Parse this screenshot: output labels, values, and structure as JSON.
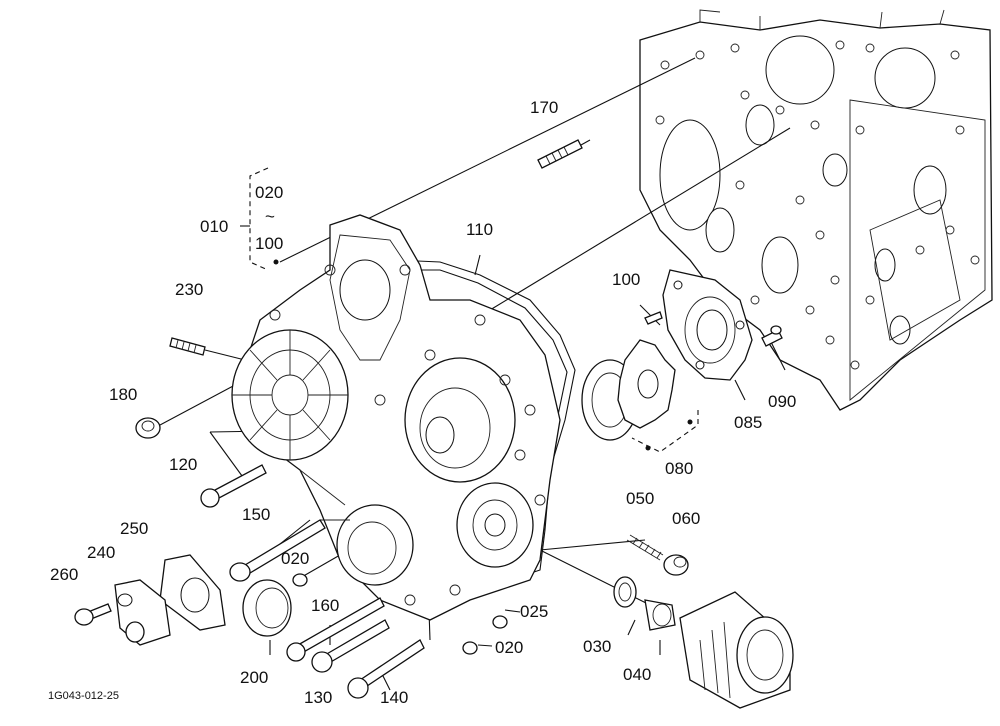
{
  "labels": {
    "p010": "010",
    "p020a": "020",
    "tilde": "~",
    "p100a": "100",
    "p170": "170",
    "p110": "110",
    "p230": "230",
    "p100b": "100",
    "p180": "180",
    "p090": "090",
    "p085": "085",
    "p080": "080",
    "p120": "120",
    "p050": "050",
    "p060": "060",
    "p150": "150",
    "p250": "250",
    "p240": "240",
    "p020b": "020",
    "p260": "260",
    "p160": "160",
    "p025": "025",
    "p030": "030",
    "p020c": "020",
    "p040": "040",
    "p200": "200",
    "p130": "130",
    "p140": "140"
  },
  "figure_code": "1G043-012-25"
}
